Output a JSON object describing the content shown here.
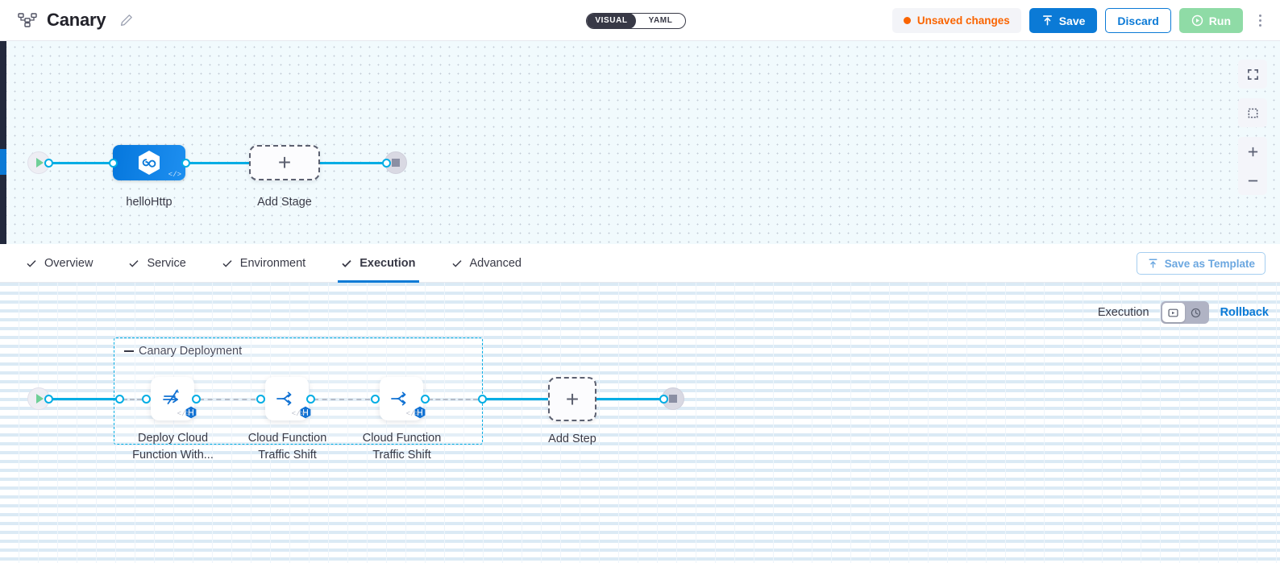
{
  "header": {
    "pipeline_icon": "pipeline-icon",
    "title": "Canary",
    "edit_icon": "pencil-icon",
    "mode_toggle": {
      "options": [
        "VISUAL",
        "YAML"
      ],
      "selected": "VISUAL"
    },
    "unsaved_label": "Unsaved changes",
    "save_label": "Save",
    "discard_label": "Discard",
    "run_label": "Run",
    "more_icon": "kebab-menu-icon"
  },
  "canvas_controls": {
    "fullscreen_icon": "fullscreen-icon",
    "fit_icon": "fit-to-view-icon",
    "zoom_in": "+",
    "zoom_out": "–"
  },
  "top_graph": {
    "start_icon": "play-icon",
    "end_icon": "stop-icon",
    "stage": {
      "label": "helloHttp",
      "icon": "harness-hex-infinity-icon",
      "code_badge": "</>"
    },
    "add_stage": {
      "label": "Add Stage",
      "plus": "+"
    }
  },
  "tabs": [
    {
      "label": "Overview",
      "active": false
    },
    {
      "label": "Service",
      "active": false
    },
    {
      "label": "Environment",
      "active": false
    },
    {
      "label": "Execution",
      "active": true
    },
    {
      "label": "Advanced",
      "active": false
    }
  ],
  "save_template": {
    "label": "Save as Template",
    "icon": "template-icon"
  },
  "execution_bar": {
    "label": "Execution",
    "toggle": [
      {
        "icon": "execution-icon",
        "selected": true
      },
      {
        "icon": "rollback-icon",
        "selected": false
      }
    ],
    "rollback_label": "Rollback"
  },
  "bottom_graph": {
    "start_icon": "play-icon",
    "end_icon": "stop-icon",
    "group": {
      "title": "Canary Deployment"
    },
    "steps": [
      {
        "label_line1": "Deploy Cloud",
        "label_line2": "Function With...",
        "icon": "deploy-function-icon",
        "badge": "harness-hex-icon",
        "code_badge": "</>"
      },
      {
        "label_line1": "Cloud Function",
        "label_line2": "Traffic Shift",
        "icon": "traffic-shift-icon",
        "badge": "harness-hex-icon",
        "code_badge": "</>"
      },
      {
        "label_line1": "Cloud Function",
        "label_line2": "Traffic Shift",
        "icon": "traffic-shift-icon",
        "badge": "harness-hex-icon",
        "code_badge": "</>"
      }
    ],
    "add_step": {
      "label": "Add Step",
      "plus": "+"
    }
  },
  "colors": {
    "accent_blue": "#0b7ad6",
    "edge_cyan": "#00ade4",
    "warning_orange": "#fa6400",
    "run_green": "#8fdba6",
    "rail_dark": "#22293d"
  }
}
